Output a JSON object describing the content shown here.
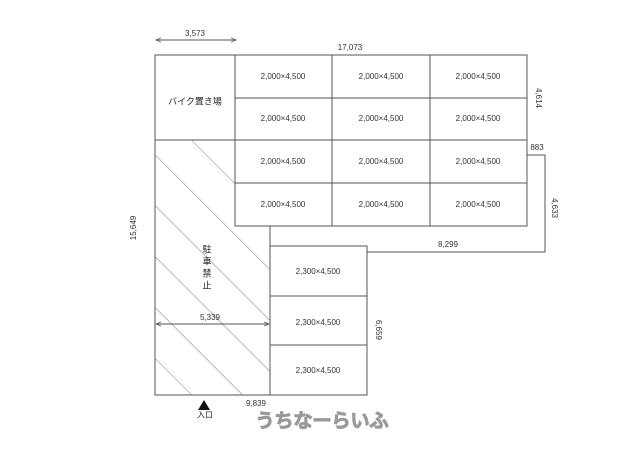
{
  "dimensions": {
    "bike_width": "3,573",
    "total_width": "17,073",
    "upper_depth": "4,614",
    "offset": "883",
    "right_depth": "4,633",
    "lower_gap_width": "8,299",
    "total_height": "15,649",
    "no_parking_width": "5,339",
    "lower_height": "6,659",
    "bottom_width": "9,839"
  },
  "bike_area_label": "バイク置き場",
  "no_parking_label": [
    "駐",
    "車",
    "禁",
    "止"
  ],
  "upper_spaces": [
    "2,000×4,500",
    "2,000×4,500",
    "2,000×4,500",
    "2,000×4,500",
    "2,000×4,500",
    "2,000×4,500",
    "2,000×4,500",
    "2,000×4,500",
    "2,000×4,500",
    "2,000×4,500",
    "2,000×4,500",
    "2,000×4,500"
  ],
  "lower_spaces": [
    "2,300×4,500",
    "2,300×4,500",
    "2,300×4,500"
  ],
  "entrance_label": "入口",
  "watermark": "うちなーらいふ"
}
